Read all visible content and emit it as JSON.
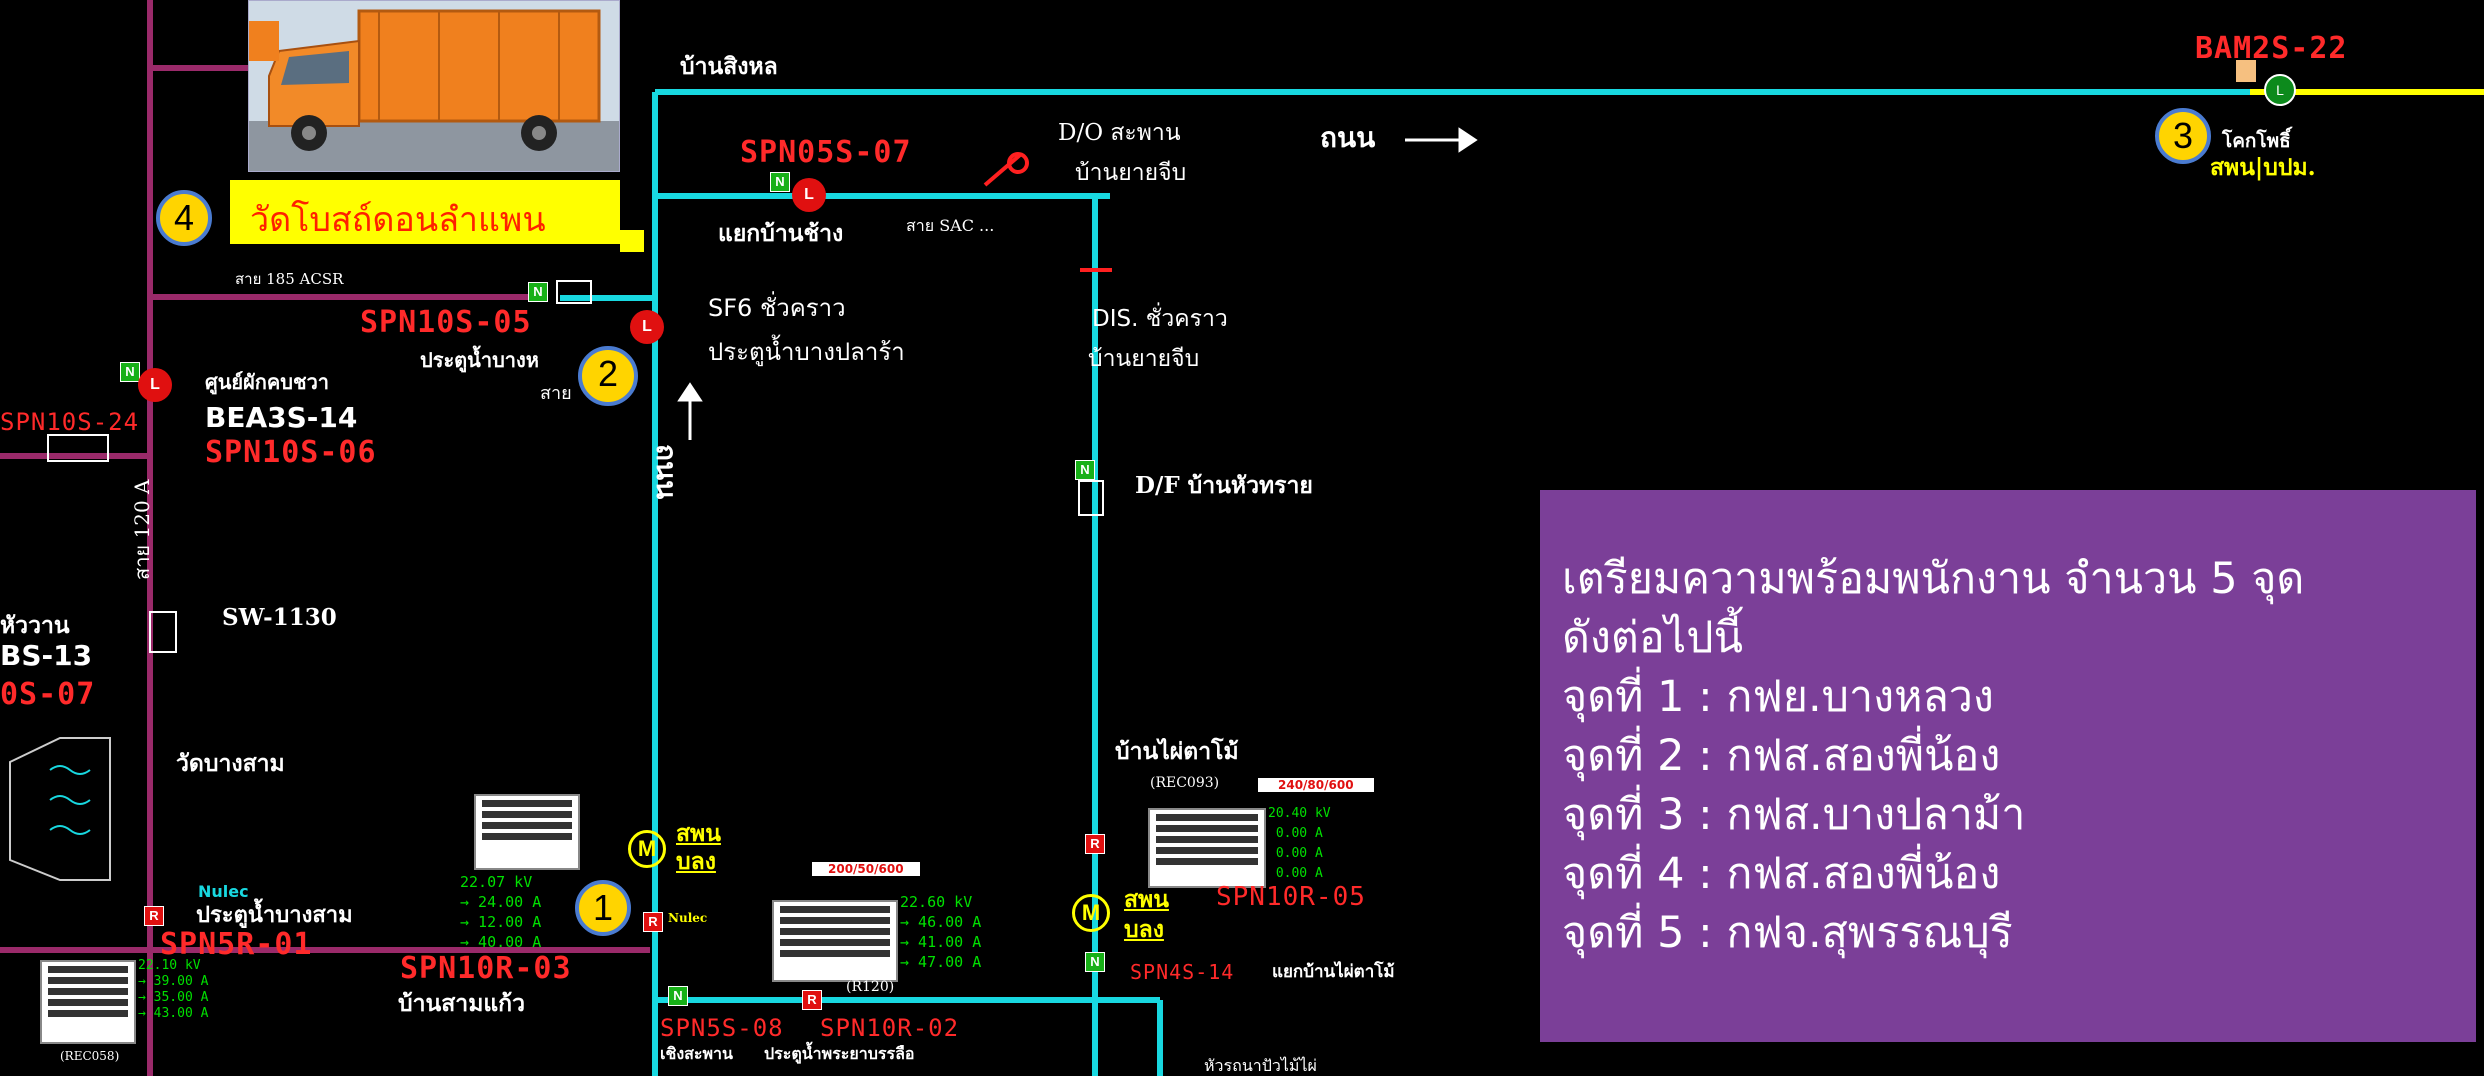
{
  "callout": {
    "number": "4",
    "text": "วัดโบสถ์ดอนลำแพน"
  },
  "markers": {
    "m1": "1",
    "m2": "2",
    "m3": "3"
  },
  "labels": {
    "ban_singhon": "บ้านสิงหล",
    "bam2s22": "BAM2S-22",
    "ko_kho_pho": "โคกโพธิ์",
    "sapan_bpm": "สพน|บปม.",
    "road_right": "ถนน",
    "do_sapan": "D/O สะพาน",
    "ban_yaijeep": "บ้านยายจีบ",
    "spn05s07": "SPN05S-07",
    "yaek_ban_chang": "แยกบ้านช้าง",
    "sai_sac": "สาย SAC ...",
    "sai_185": "สาย 185 ACSR",
    "spn10s05": "SPN10S-05",
    "sf6": "SF6 ชั่วคราว",
    "pratu_nam_bangplara": "ประตูน้ำบางปลาร้า",
    "pratu_nam_bang": "ประตูน้ำบางห",
    "sai_left": "สาย",
    "dis_temp": "DIS. ชั่วคราว",
    "ban_yaijeep2": "บ้านยายจีบ",
    "road_vertical": "ถนน",
    "df_ban_hua_sai": "D/F บ้านหัวทราย",
    "spn10s24": "SPN10S-24",
    "soon": "ศูนย์ผักคบชวา",
    "bea3s14": "BEA3S-14",
    "spn10s06": "SPN10S-06",
    "sai_120": "สาย 120 A",
    "sw1130": "SW-1130",
    "hua_wan": "หัววาน",
    "bs13": "BS-13",
    "s07": "0S-07",
    "wat_bang_sam": "วัดบางสาม",
    "nulec1": "Nulec",
    "pratu_nam_bangsam": "ประตูน้ำบางสาม",
    "spn5r01": "SPN5R-01",
    "spn10r03": "SPN10R-03",
    "ban_sam_kaeo": "บ้านสามแก้ว",
    "sapan_bong1": "สพน",
    "sapan_bong1b": "บลง",
    "nulec2": "Nulec",
    "r120": "(R120)",
    "spn5s08": "SPN5S-08",
    "spn10r02": "SPN10R-02",
    "choeng_sapan": "เชิงสะพาน",
    "pratu_phra": "ประตูน้ำพระยาบรรลือ",
    "ban_phai": "บ้านไผ่ตาโม้",
    "rec093": "(REC093)",
    "ratio1": "200/50/600",
    "ratio2": "240/80/600",
    "spn10r05": "SPN10R-05",
    "sapan_bong2": "สพน",
    "sapan_bong2b": "บลง",
    "spn4s14": "SPN4S-14",
    "yaek_ban_phai": "แยกบ้านไผ่ตาโม้",
    "bottom_cut": "หัวรถนาปัวไม้ไผ่",
    "rec058": "(REC058)"
  },
  "readings": {
    "r1": "22.07 kV\n→ 24.00 A\n→ 12.00 A\n→ 40.00 A",
    "r2": "22.60 kV\n→ 46.00 A\n→ 41.00 A\n→ 47.00 A",
    "r3": "20.40 kV\n 0.00 A\n 0.00 A\n 0.00 A",
    "r4": "22.10 kV\n→ 39.00 A\n→ 35.00 A\n→ 43.00 A"
  },
  "info": {
    "heading1": " เตรียมความพร้อมพนักงาน จำนวน 5 จุด",
    "heading2": "ดังต่อไปนี้",
    "p1": "จุดที่ 1 : กฟย.บางหลวง",
    "p2": "จุดที่ 2 : กฟส.สองพี่น้อง",
    "p3": "จุดที่ 3 : กฟส.บางปลาม้า",
    "p4": "จุดที่ 4 : กฟส.สองพี่น้อง",
    "p5": "จุดที่ 5 : กฟจ.สุพรรณบุรี"
  },
  "colors": {
    "cyan_line": "#18d8e0",
    "magenta_line": "#9a2a6a",
    "yellow_line": "#ffff00",
    "info_bg": "#7b3f98"
  }
}
